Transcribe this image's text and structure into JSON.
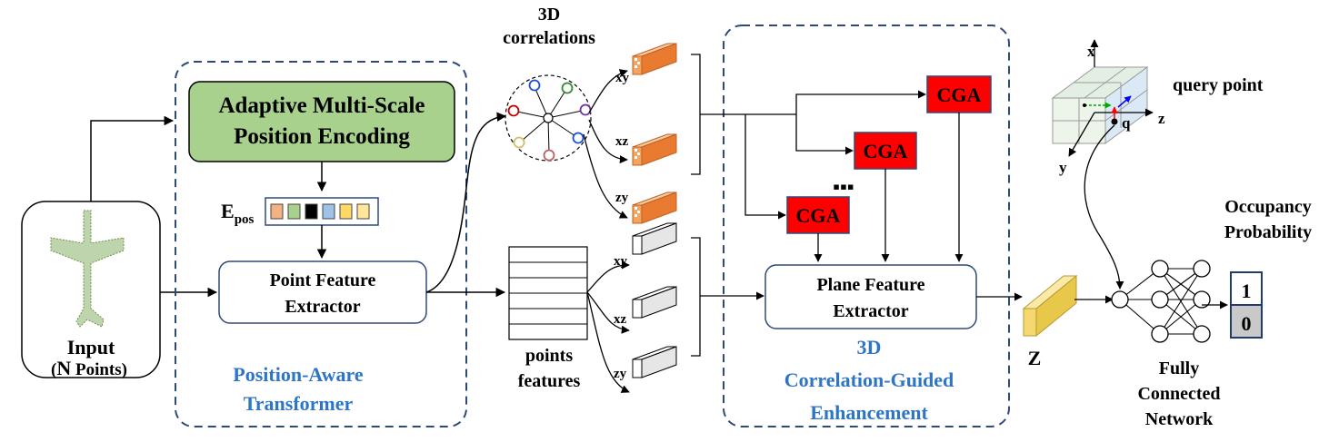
{
  "input": {
    "title": "Input",
    "subtitle_open": "(",
    "subtitle_n": "N",
    "subtitle_rest": " Points)"
  },
  "position_aware_transformer": {
    "title_line1": "Position-Aware",
    "title_line2": "Transformer",
    "ampe_line1": "Adaptive Multi-Scale",
    "ampe_line2": "Position Encoding",
    "epos_main": "E",
    "epos_sub": "pos",
    "pfe_line1": "Point Feature",
    "pfe_line2": "Extractor"
  },
  "correlations": {
    "title_line1": "3D",
    "title_line2": "correlations",
    "planes": [
      "xy",
      "xz",
      "zy"
    ]
  },
  "point_features": {
    "label_line1": "points",
    "label_line2": "features",
    "planes": [
      "xy",
      "xz",
      "zy"
    ]
  },
  "enhancement": {
    "title_line1": "3D",
    "title_line2": "Correlation-Guided",
    "title_line3": "Enhancement",
    "cga_label": "CGA",
    "ellipsis": "▪▪▪",
    "pfe_line1": "Plane Feature",
    "pfe_line2": "Extractor"
  },
  "z_label": "Z",
  "query": {
    "label": "query point",
    "axis_x": "x",
    "axis_y": "y",
    "axis_z": "z",
    "q_label": "q"
  },
  "output": {
    "occupancy_line1": "Occupancy",
    "occupancy_line2": "Probability",
    "value_one": "1",
    "value_zero": "0",
    "network_line1": "Fully",
    "network_line2": "Connected",
    "network_line3": "Network"
  },
  "colors": {
    "section_border": "#2e4a7a",
    "section_title": "#2e75c5",
    "ampe_fill": "#a9d18e",
    "cga_fill": "#ff0000",
    "correlation_block": "#f4a460",
    "feature_block": "#e6e6e6",
    "z_block": "#f0d060",
    "epos_cells": [
      "#f4b183",
      "#a9d18e",
      "#000000",
      "#9dc3e6",
      "#ffd966",
      "#ffe699"
    ]
  }
}
